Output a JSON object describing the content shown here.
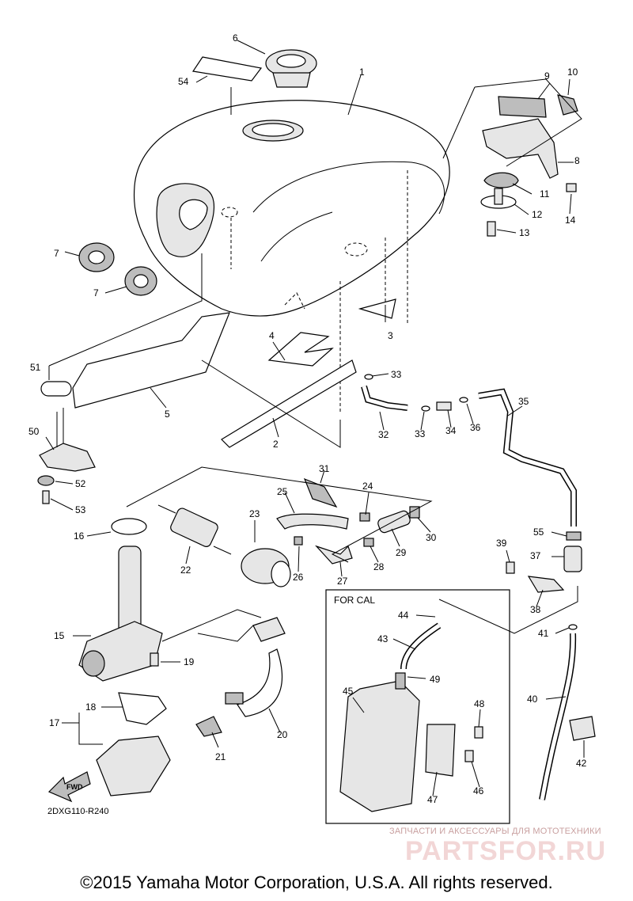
{
  "diagram": {
    "diagram_code": "2DXG110-R240",
    "box_label": "FOR CAL",
    "fwd_label": "FWD",
    "parts": [
      {
        "id": "p1",
        "text": "1"
      },
      {
        "id": "p2",
        "text": "2"
      },
      {
        "id": "p3",
        "text": "3"
      },
      {
        "id": "p4",
        "text": "4"
      },
      {
        "id": "p5",
        "text": "5"
      },
      {
        "id": "p6",
        "text": "6"
      },
      {
        "id": "p7a",
        "text": "7"
      },
      {
        "id": "p7b",
        "text": "7"
      },
      {
        "id": "p8",
        "text": "8"
      },
      {
        "id": "p9",
        "text": "9"
      },
      {
        "id": "p10",
        "text": "10"
      },
      {
        "id": "p11",
        "text": "11"
      },
      {
        "id": "p12",
        "text": "12"
      },
      {
        "id": "p13",
        "text": "13"
      },
      {
        "id": "p14",
        "text": "14"
      },
      {
        "id": "p15",
        "text": "15"
      },
      {
        "id": "p16",
        "text": "16"
      },
      {
        "id": "p17",
        "text": "17"
      },
      {
        "id": "p18",
        "text": "18"
      },
      {
        "id": "p19",
        "text": "19"
      },
      {
        "id": "p20",
        "text": "20"
      },
      {
        "id": "p21",
        "text": "21"
      },
      {
        "id": "p22",
        "text": "22"
      },
      {
        "id": "p23",
        "text": "23"
      },
      {
        "id": "p24",
        "text": "24"
      },
      {
        "id": "p25",
        "text": "25"
      },
      {
        "id": "p26",
        "text": "26"
      },
      {
        "id": "p27",
        "text": "27"
      },
      {
        "id": "p28",
        "text": "28"
      },
      {
        "id": "p29",
        "text": "29"
      },
      {
        "id": "p30",
        "text": "30"
      },
      {
        "id": "p31",
        "text": "31"
      },
      {
        "id": "p32",
        "text": "32"
      },
      {
        "id": "p33a",
        "text": "33"
      },
      {
        "id": "p33b",
        "text": "33"
      },
      {
        "id": "p34",
        "text": "34"
      },
      {
        "id": "p35",
        "text": "35"
      },
      {
        "id": "p36",
        "text": "36"
      },
      {
        "id": "p37",
        "text": "37"
      },
      {
        "id": "p38",
        "text": "38"
      },
      {
        "id": "p39",
        "text": "39"
      },
      {
        "id": "p40",
        "text": "40"
      },
      {
        "id": "p41",
        "text": "41"
      },
      {
        "id": "p42",
        "text": "42"
      },
      {
        "id": "p43",
        "text": "43"
      },
      {
        "id": "p44",
        "text": "44"
      },
      {
        "id": "p45",
        "text": "45"
      },
      {
        "id": "p46",
        "text": "46"
      },
      {
        "id": "p47",
        "text": "47"
      },
      {
        "id": "p48",
        "text": "48"
      },
      {
        "id": "p49",
        "text": "49"
      },
      {
        "id": "p50",
        "text": "50"
      },
      {
        "id": "p51",
        "text": "51"
      },
      {
        "id": "p52",
        "text": "52"
      },
      {
        "id": "p53",
        "text": "53"
      },
      {
        "id": "p54",
        "text": "54"
      },
      {
        "id": "p55",
        "text": "55"
      }
    ]
  },
  "watermark": {
    "line1": "ЗАПЧАСТИ И АКСЕССУАРЫ ДЛЯ МОТОТЕХНИКИ",
    "line2": "PARTSFOR.RU"
  },
  "footer": {
    "copyright": "©2015 Yamaha Motor Corporation, U.S.A. All rights reserved."
  }
}
